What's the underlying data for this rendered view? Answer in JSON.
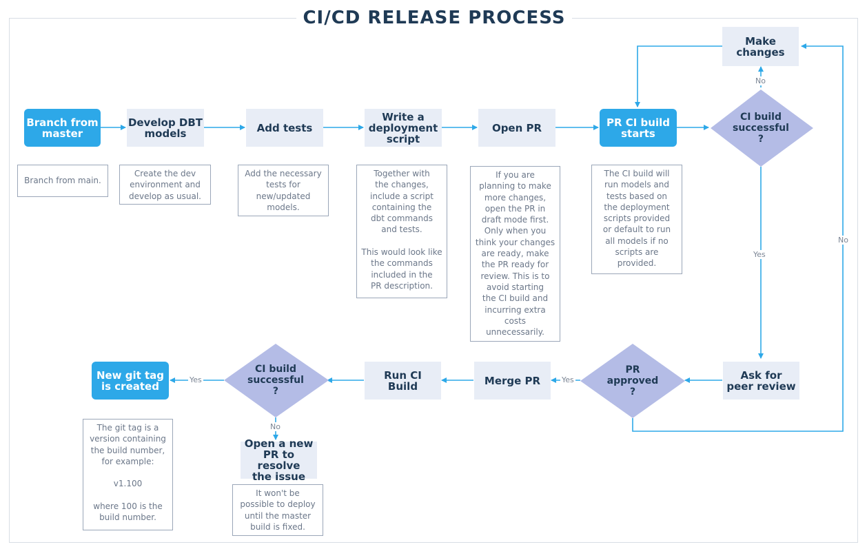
{
  "title": "CI/CD RELEASE PROCESS",
  "steps": {
    "branch_from_master": "Branch from\nmaster",
    "develop_dbt_models": "Develop DBT\nmodels",
    "add_tests": "Add tests",
    "write_deployment_script": "Write a\ndeployment\nscript",
    "open_pr": "Open PR",
    "pr_ci_build_starts": "PR CI build\nstarts",
    "ci_build_successful_1": "CI build\nsuccessful\n?",
    "make_changes": "Make\nchanges",
    "ask_for_peer_review": "Ask for\npeer review",
    "pr_approved": "PR\napproved\n?",
    "merge_pr": "Merge PR",
    "run_ci_build": "Run CI\nBuild",
    "ci_build_successful_2": "CI build\nsuccessful\n?",
    "new_git_tag": "New git tag\nis created",
    "open_new_pr": "Open a new\nPR to resolve\nthe issue"
  },
  "notes": {
    "branch_from_main": "Branch from main.",
    "create_dev_env": "Create the dev\nenvironment and\ndevelop as usual.",
    "add_necessary_tests": "Add the necessary\ntests for\nnew/updated\nmodels.",
    "together_with_changes": "Together with\nthe changes,\ninclude a script\ncontaining the\ndbt commands\nand tests.\n\nThis would look like\nthe commands\nincluded in the\nPR description.",
    "if_planning_changes": "If you are\nplanning to make\nmore changes,\nopen the PR in\ndraft mode first.\nOnly when you\nthink your changes\nare ready, make\nthe PR ready for\nreview. This is to\navoid starting\nthe CI build and\nincurring extra\ncosts\nunnecessarily.",
    "ci_build_will_run": "The CI build will\nrun models and\ntests based on\nthe deployment\nscripts provided\nor default to run\nall models if no\nscripts are\nprovided.",
    "git_tag_version": "The git tag is a\nversion containing\nthe build number,\nfor example:\n\nv1.100\n\nwhere 100 is the\nbuild number.",
    "wont_be_possible": "It won't be\npossible to deploy\nuntil the master\nbuild is fixed."
  },
  "edge_labels": {
    "no_top": "No",
    "yes_mid": "Yes",
    "no_right": "No",
    "yes_merge": "Yes",
    "yes_tag": "Yes",
    "no_bottom": "No"
  },
  "colors": {
    "accent_blue": "#2da8e8",
    "decision_fill": "#b4bce6",
    "process_fill": "#e8edf6",
    "title_text": "#1f3a55",
    "connector": "#2da8e8"
  }
}
